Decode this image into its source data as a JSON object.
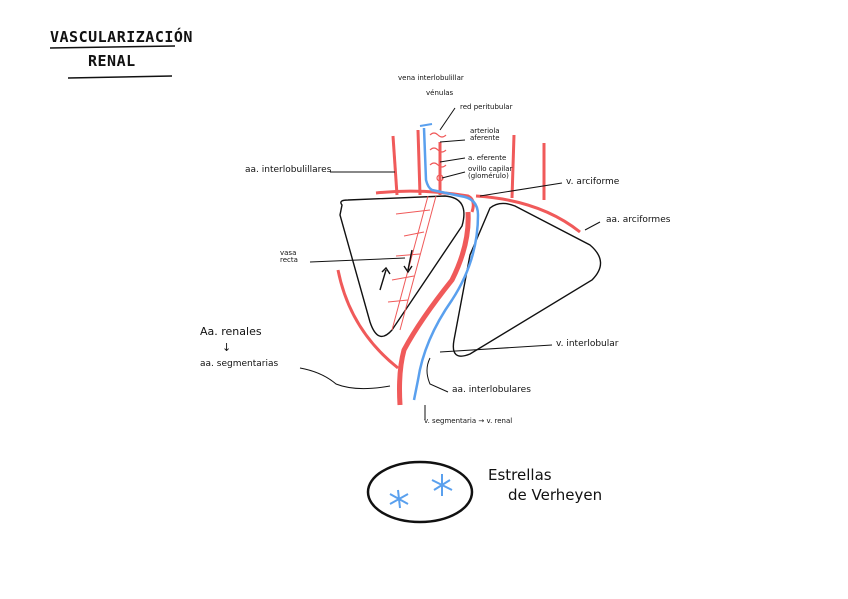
{
  "title": {
    "line1": "VASCULARIZACIÓN",
    "line2": "RENAL"
  },
  "labels": {
    "vena_interlobulillar": "vena interlobulillar",
    "venulas": "vénulas",
    "red_peritubular": "red peritubular",
    "arteriola_aferente": "arteriola aferente",
    "a_eferente": "a. eferente",
    "ovillo_capilar": "ovillo capilar (glomérulo)",
    "aa_interlobulillares": "aa. interlobulillares",
    "v_arciforme": "v. arciforme",
    "aa_arciformes": "aa. arciformes",
    "vasa_recta": "vasa recta",
    "aa_renales": "Aa. renales",
    "arrow_down": "↓",
    "aa_segmentarias": "aa. segmentarias",
    "v_interlobular": "v. interlobular",
    "aa_interlobulares": "aa. interlobulares",
    "v_segmentaria": "v. segmentaria → v. renal",
    "estrellas_line1": "Estrellas",
    "estrellas_line2": "de Verheyen"
  },
  "colors": {
    "artery": "#f05a5a",
    "vein": "#5aa0ee",
    "ink": "#111111"
  }
}
